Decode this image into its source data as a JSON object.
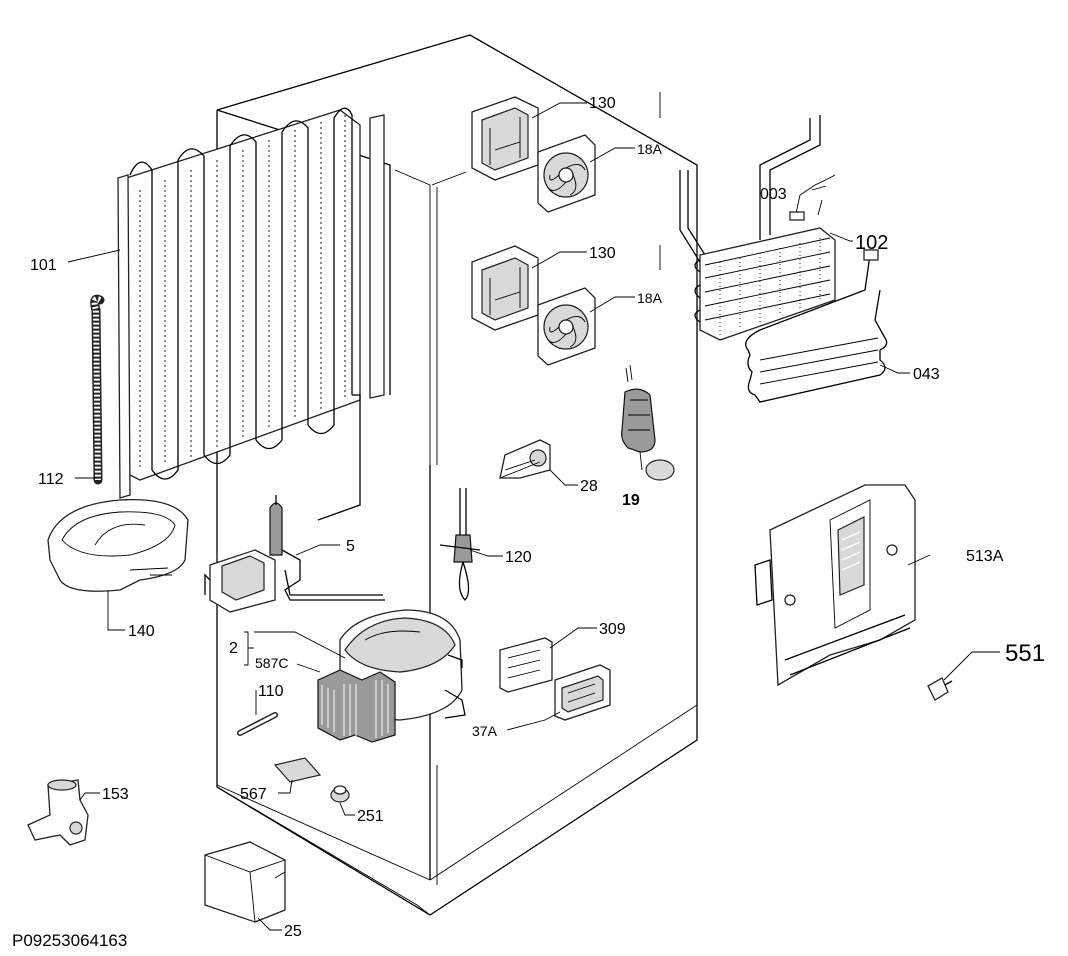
{
  "callouts": {
    "p130a": "130",
    "p18Aa": "18A",
    "p130b": "130",
    "p18Ab": "18A",
    "p003": "003",
    "p102": "102",
    "p043": "043",
    "p101": "101",
    "p112": "112",
    "p140": "140",
    "p5": "5",
    "p120": "120",
    "p28": "28",
    "p19": "19",
    "p513A": "513A",
    "p551": "551",
    "p2": "2",
    "p587C": "587C",
    "p309": "309",
    "p110": "110",
    "p37A": "37A",
    "p153": "153",
    "p567": "567",
    "p251": "251",
    "p25": "25"
  },
  "footer": {
    "drawing_code": "P09253064163"
  }
}
